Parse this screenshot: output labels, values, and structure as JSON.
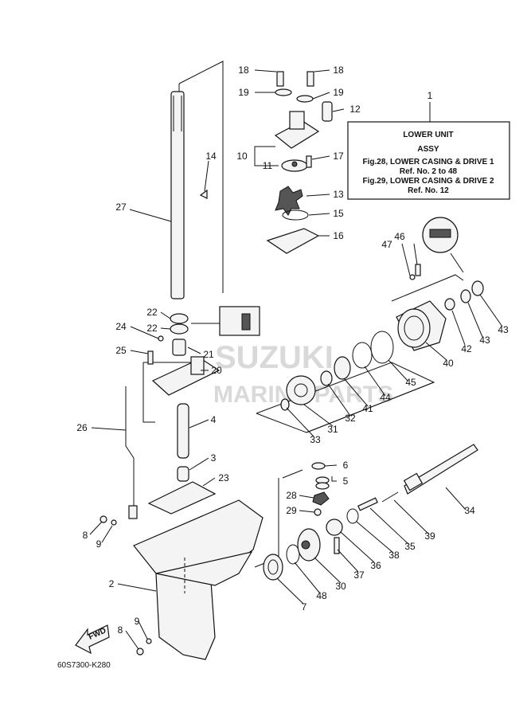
{
  "watermark": {
    "line1": "SUZUKI",
    "line2": "MARINE PARTS"
  },
  "title_box": {
    "line1": "LOWER UNIT",
    "line2": "ASSY",
    "line3": "Fig.28, LOWER CASING & DRIVE 1",
    "line4": "Ref. No. 2 to 48",
    "line5": "Fig.29, LOWER CASING & DRIVE 2",
    "line6": "Ref. No. 12"
  },
  "diagram_code": "60S7300-K280",
  "fwd_label": "FWD",
  "callouts": {
    "c1": "1",
    "c2": "2",
    "c3": "3",
    "c4": "4",
    "c5": "5",
    "c6": "6",
    "c7": "7",
    "c8a": "8",
    "c8b": "8",
    "c9a": "9",
    "c9b": "9",
    "c10": "10",
    "c11": "11",
    "c12": "12",
    "c13": "13",
    "c14": "14",
    "c15": "15",
    "c16": "16",
    "c17": "17",
    "c18a": "18",
    "c18b": "18",
    "c19a": "19",
    "c19b": "19",
    "c20": "20",
    "c21": "21",
    "c22a": "22",
    "c22b": "22",
    "c23": "23",
    "c24": "24",
    "c25": "25",
    "c26": "26",
    "c27": "27",
    "c28": "28",
    "c29": "29",
    "c30": "30",
    "c31": "31",
    "c32": "32",
    "c33": "33",
    "c34": "34",
    "c35": "35",
    "c36": "36",
    "c37": "37",
    "c38": "38",
    "c39": "39",
    "c40": "40",
    "c41": "41",
    "c42": "42",
    "c43a": "43",
    "c43b": "43",
    "c44": "44",
    "c45": "45",
    "c46": "46",
    "c47": "47",
    "c48": "48"
  }
}
